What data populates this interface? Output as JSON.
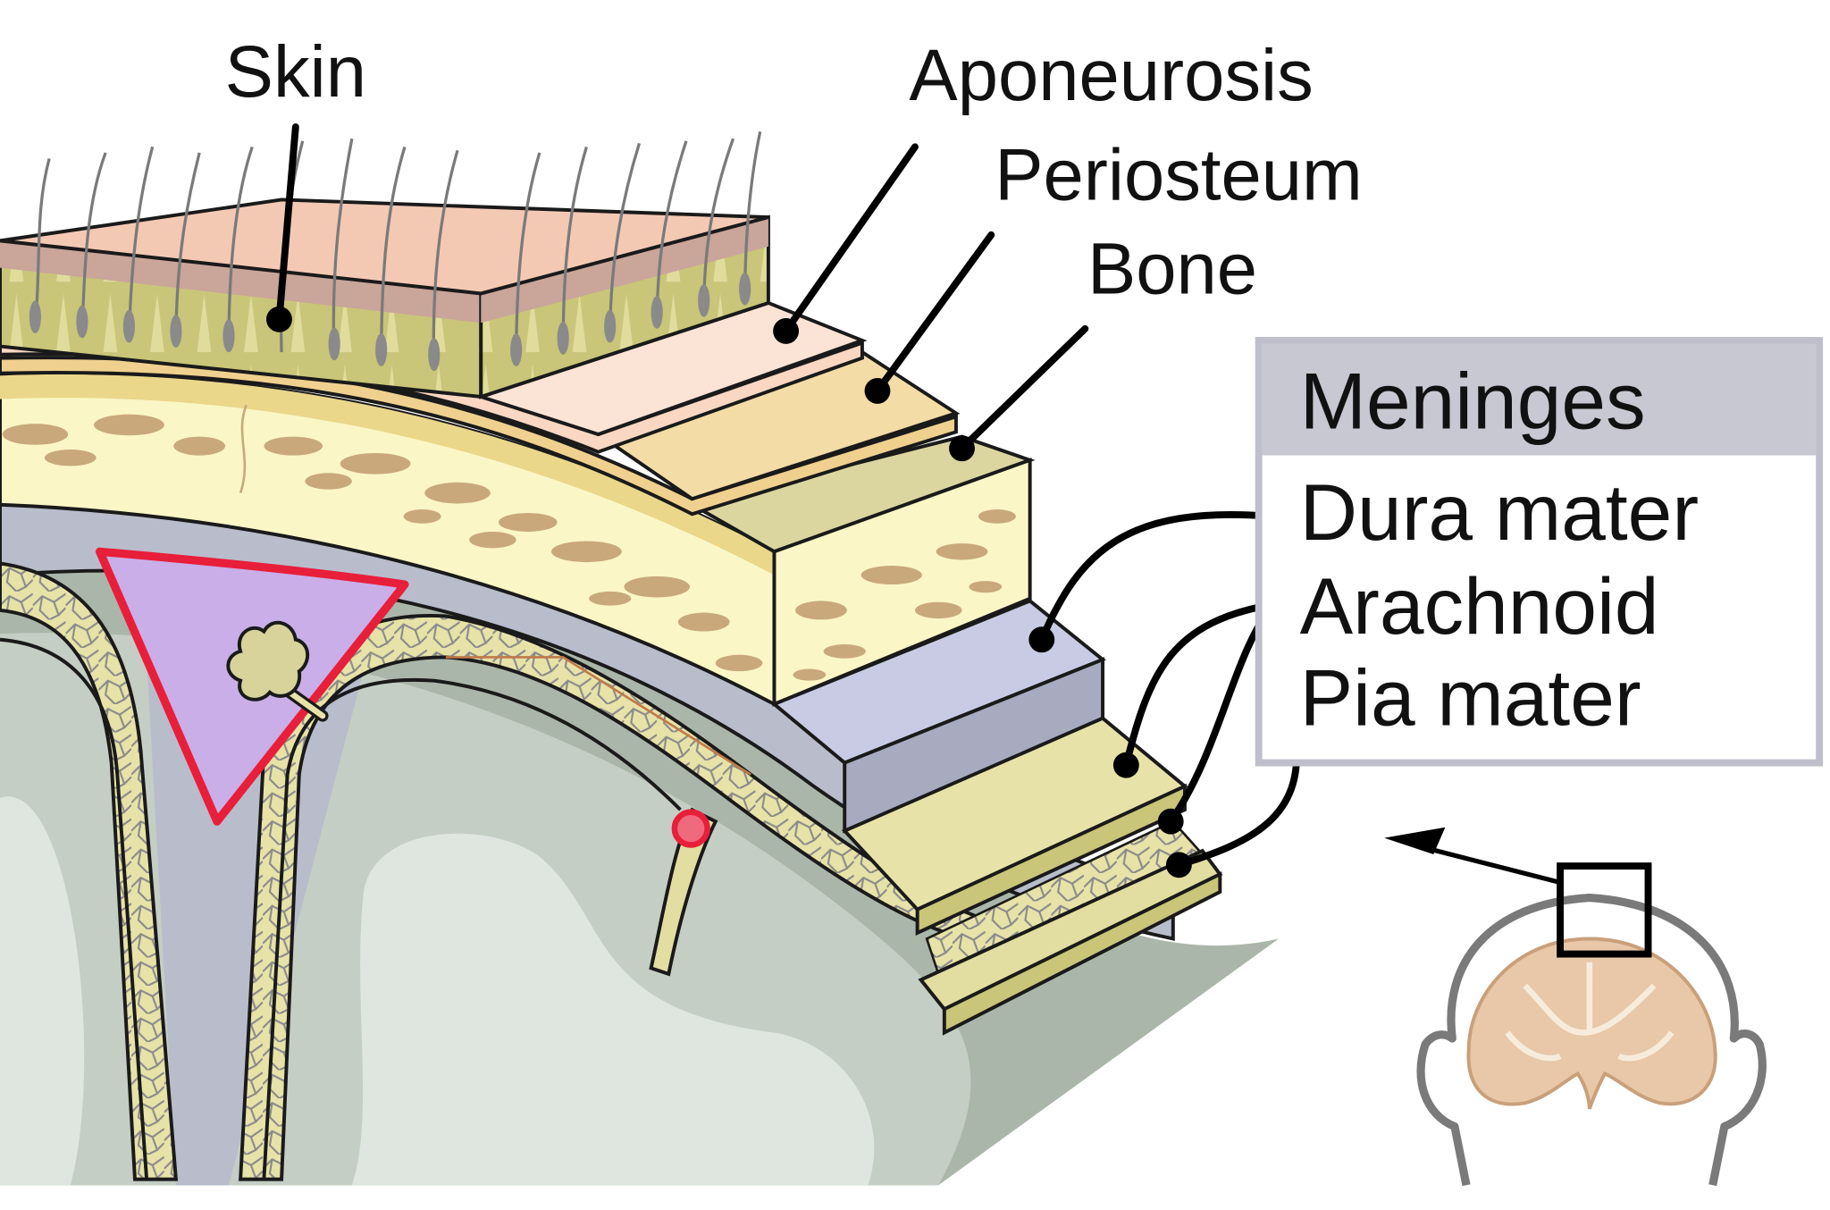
{
  "labels": {
    "skin": "Skin",
    "aponeurosis": "Aponeurosis",
    "periosteum": "Periosteum",
    "bone": "Bone"
  },
  "meninges_box": {
    "title": "Meninges",
    "items": [
      "Dura mater",
      "Arachnoid",
      "Pia mater"
    ]
  },
  "colors": {
    "skin": "#f4c9b4",
    "skin_dermis": "#c9a59a",
    "subcutaneous": "#c9c579",
    "aponeurosis": "#fbe3d6",
    "periosteum": "#efd08f",
    "bone": "#fbf6c6",
    "bone_spots": "#c9a87c",
    "dura_mater": "#c8cbe3",
    "arachnoid": "#e7e2a8",
    "pia_mater": "#e2dda0",
    "brain": "#c4cec4",
    "brain_light": "#dfe5df",
    "venous_sinus": "#c9aee7",
    "vessel_red": "#e81f3a",
    "box_header": "#c8c8d2",
    "box_border": "#bfbfcc"
  }
}
